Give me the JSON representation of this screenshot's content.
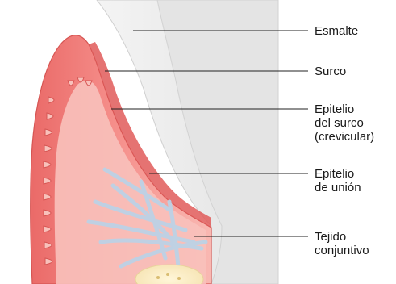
{
  "labels": [
    {
      "id": "esmalte",
      "lines": [
        "Esmalte"
      ]
    },
    {
      "id": "surco",
      "lines": [
        "Surco"
      ]
    },
    {
      "id": "epitelio-surco",
      "lines": [
        "Epitelio",
        "del surco",
        "(crevicular)"
      ]
    },
    {
      "id": "epitelio-union",
      "lines": [
        "Epitelio",
        "de unión"
      ]
    },
    {
      "id": "tejido-conjuntivo",
      "lines": [
        "Tejido",
        "conjuntivo"
      ]
    }
  ],
  "colors": {
    "enamel_outer": "#e9e9e9",
    "enamel_inner": "#dedede",
    "gingiva": "#f07b78",
    "gingiva_dark": "#e45f5e",
    "connective": "#f6b2ad",
    "fiber": "#bcd2e6",
    "leader": "#222222"
  }
}
